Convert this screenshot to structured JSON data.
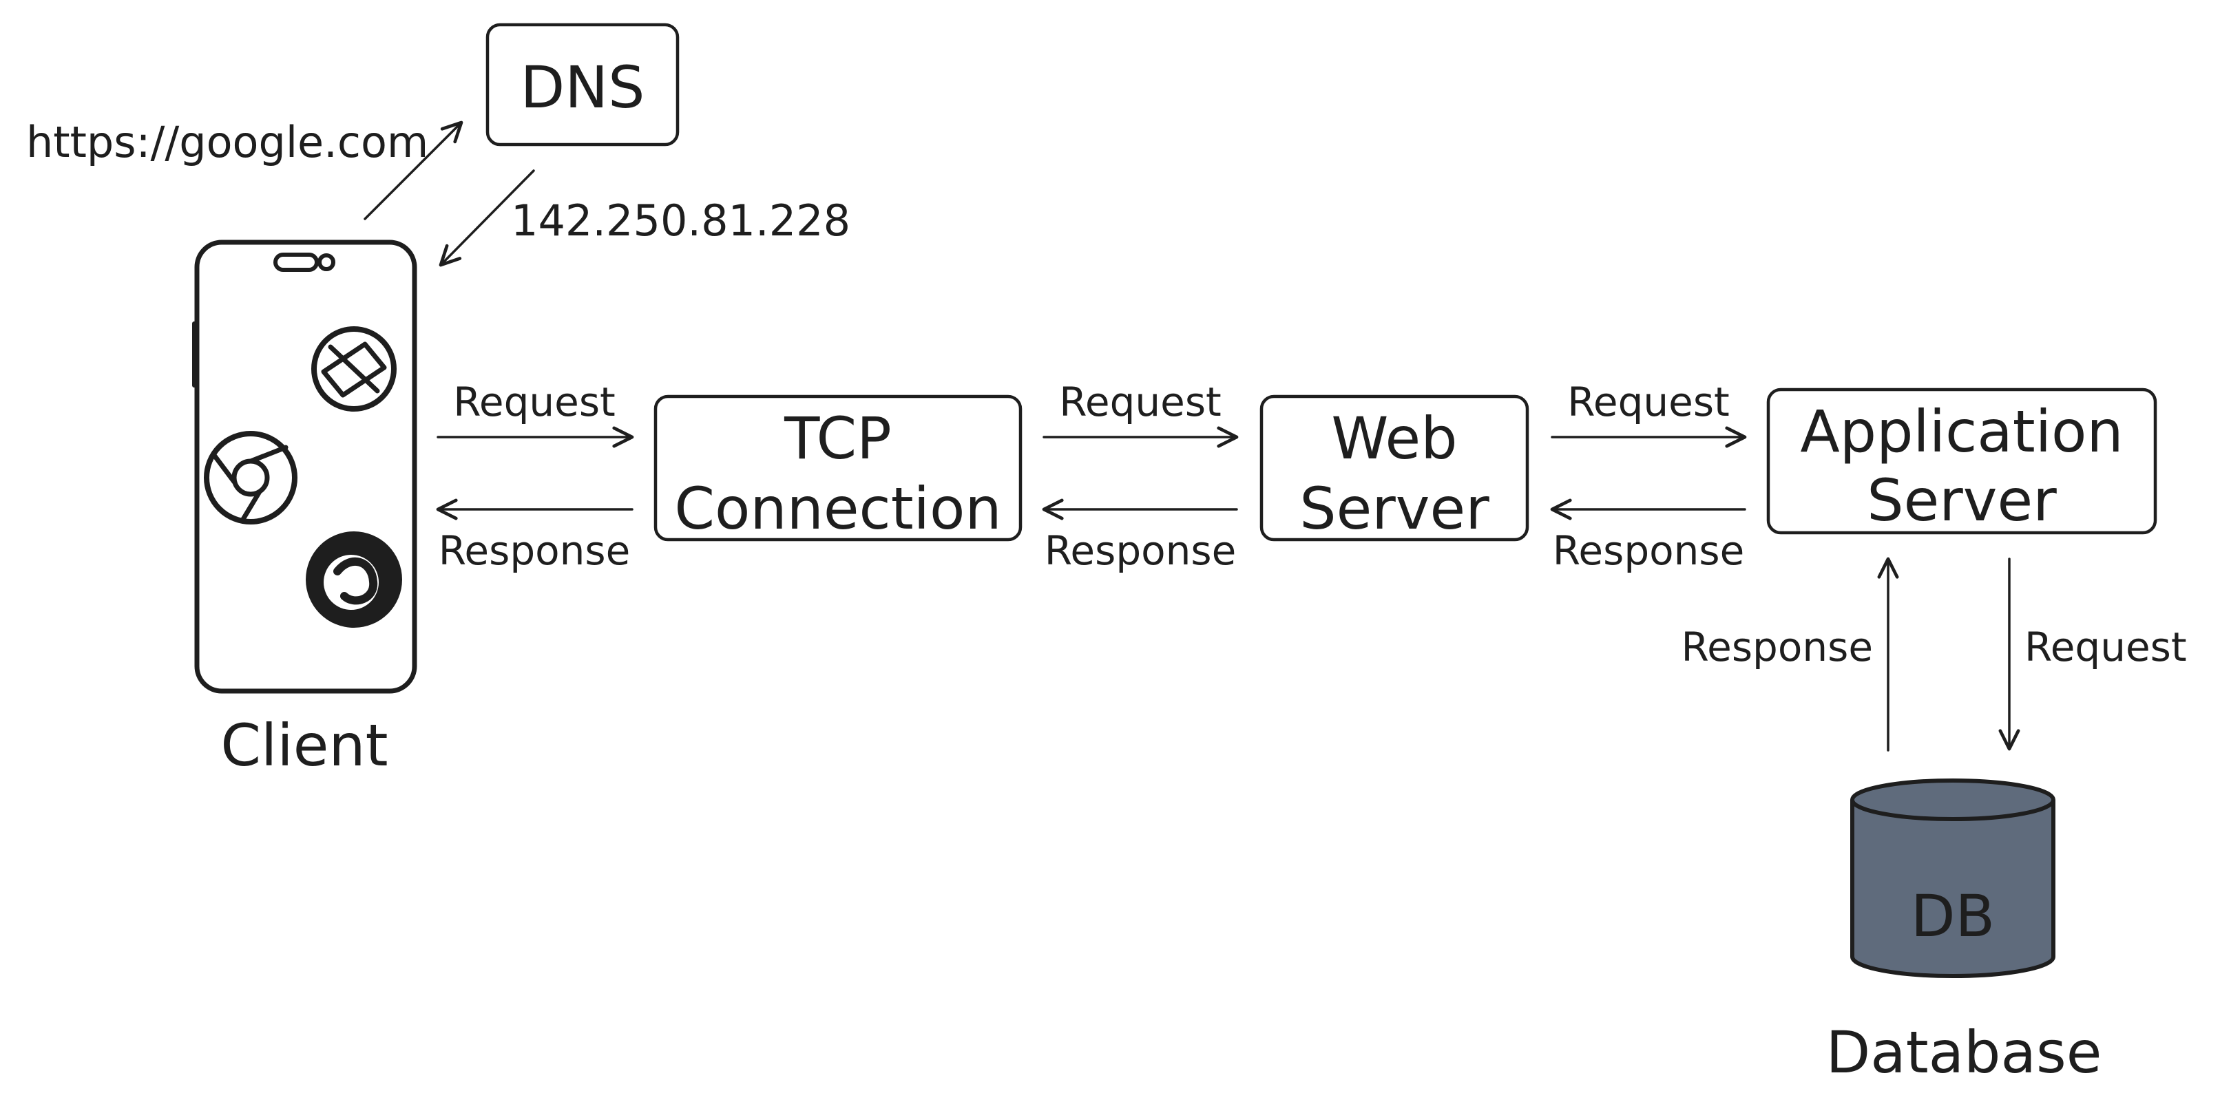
{
  "nodes": {
    "dns": "DNS",
    "client": "Client",
    "tcp": [
      "TCP",
      "Connection"
    ],
    "web": [
      "Web",
      "Server"
    ],
    "app": [
      "Application",
      "Server"
    ],
    "db_label": "DB",
    "database": "Database"
  },
  "edges": {
    "client_to_dns": "https://google.com",
    "dns_to_client": "142.250.81.228",
    "client_tcp_request": "Request",
    "client_tcp_response": "Response",
    "tcp_web_request": "Request",
    "tcp_web_response": "Response",
    "web_app_request": "Request",
    "web_app_response": "Response",
    "app_db_response": "Response",
    "app_db_request": "Request"
  },
  "icons": [
    "phone-icon",
    "safari-icon",
    "chrome-icon",
    "firefox-icon",
    "database-icon"
  ],
  "colors": {
    "stroke": "#1e1e1e",
    "db_fill": "#5f6b7c",
    "background": "#ffffff"
  }
}
